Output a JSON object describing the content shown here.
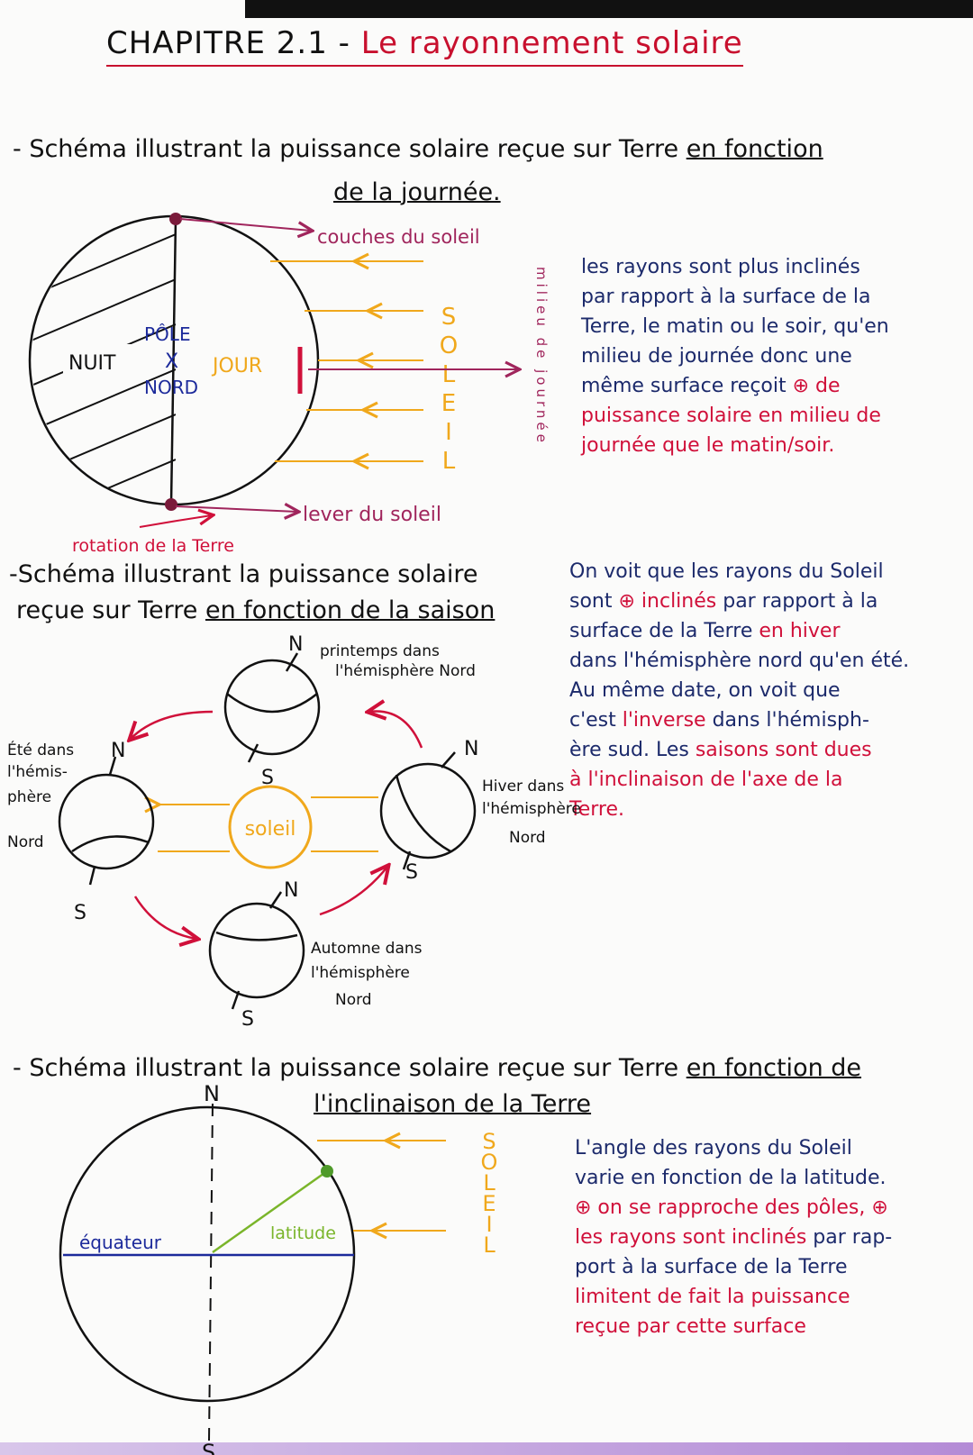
{
  "title": {
    "prefix": "CHAPITRE 2.1 - ",
    "rest": "Le rayonnement solaire"
  },
  "colors": {
    "blue_ink": "#1c2a6b",
    "red_ink": "#d0103a",
    "magenta_ink": "#a0255c",
    "orange_ink": "#f0a81c",
    "green_ink": "#7ab52a",
    "black_ink": "#111111"
  },
  "section1": {
    "heading_line1": "- Schéma illustrant la puissance solaire reçue sur Terre ",
    "heading_underlined1": "en fonction",
    "heading_underlined2": "de la journée.",
    "diagram": {
      "nuit": "NUIT",
      "pole": "PÔLE",
      "cross": "X",
      "nord": "NORD",
      "jour": "JOUR",
      "sunset": "couches du soleil",
      "sunrise": "lever du soleil",
      "sun_letters": [
        "S",
        "O",
        "L",
        "E",
        "I",
        "L"
      ],
      "midday": "milieu de journée",
      "rotation": "rotation de la Terre"
    },
    "paragraph": [
      [
        {
          "t": "les rayons sont plus inclinés",
          "c": "blue"
        }
      ],
      [
        {
          "t": "par rapport à la surface de la",
          "c": "blue"
        }
      ],
      [
        {
          "t": "Terre, le matin ou le soir, qu'en",
          "c": "blue"
        }
      ],
      [
        {
          "t": "milieu de journée donc une",
          "c": "blue"
        }
      ],
      [
        {
          "t": "même surface reçoit ",
          "c": "blue"
        },
        {
          "t": "⊕ de",
          "c": "red"
        }
      ],
      [
        {
          "t": "puissance solaire en milieu de",
          "c": "red"
        }
      ],
      [
        {
          "t": "journée que le matin/soir.",
          "c": "red"
        }
      ]
    ]
  },
  "section2": {
    "heading_line1": "-Schéma illustrant la puissance solaire",
    "heading_line2_plain": "reçue sur Terre ",
    "heading_line2_underlined": "en fonction de la saison",
    "diagram": {
      "sun": "soleil",
      "north": "N",
      "south": "S",
      "spring": [
        "printemps dans",
        "l'hémisphère Nord"
      ],
      "summer": [
        "Été dans",
        "l'hémis-",
        "phère",
        "Nord"
      ],
      "winter": [
        "Hiver dans",
        "l'hémisphère",
        "Nord"
      ],
      "autumn": [
        "Automne dans",
        "l'hémisphère",
        "Nord"
      ]
    },
    "paragraph": [
      [
        {
          "t": "On voit que les rayons du Soleil",
          "c": "blue"
        }
      ],
      [
        {
          "t": "sont ",
          "c": "blue"
        },
        {
          "t": "⊕ inclinés",
          "c": "red"
        },
        {
          "t": " par rapport à la",
          "c": "blue"
        }
      ],
      [
        {
          "t": "surface de la Terre ",
          "c": "blue"
        },
        {
          "t": "en hiver",
          "c": "red"
        }
      ],
      [
        {
          "t": "dans l'hémisphère nord qu'en été.",
          "c": "blue"
        }
      ],
      [
        {
          "t": "Au même date, on voit que",
          "c": "blue"
        }
      ],
      [
        {
          "t": "c'est ",
          "c": "blue"
        },
        {
          "t": "l'inverse",
          "c": "red"
        },
        {
          "t": " dans l'hémisph-",
          "c": "blue"
        }
      ],
      [
        {
          "t": "ère sud. Les ",
          "c": "blue"
        },
        {
          "t": "saisons sont dues",
          "c": "red"
        }
      ],
      [
        {
          "t": "à l'inclinaison de l'axe de la",
          "c": "red"
        }
      ],
      [
        {
          "t": "Terre.",
          "c": "red"
        }
      ]
    ]
  },
  "section3": {
    "heading_line1_plain": "- Schéma illustrant la puissance solaire reçue sur Terre ",
    "heading_line1_underlined": "en fonction de",
    "heading_line2_underlined": "l'inclinaison de la Terre",
    "diagram": {
      "north": "N",
      "south": "S",
      "equator": "équateur",
      "latitude": "latitude",
      "sun_letters": [
        "S",
        "O",
        "L",
        "E",
        "I",
        "L"
      ]
    },
    "paragraph": [
      [
        {
          "t": "L'angle des rayons du Soleil",
          "c": "blue"
        }
      ],
      [
        {
          "t": "varie en fonction de la latitude.",
          "c": "blue"
        }
      ],
      [
        {
          "t": "⊕ on se rapproche des pôles, ⊕",
          "c": "red"
        }
      ],
      [
        {
          "t": "les rayons sont inclinés",
          "c": "red"
        },
        {
          "t": " par rap-",
          "c": "blue"
        }
      ],
      [
        {
          "t": "port à la surface de la Terre",
          "c": "blue"
        }
      ],
      [
        {
          "t": "limitent de fait la puissance",
          "c": "red"
        }
      ],
      [
        {
          "t": "reçue par cette surface",
          "c": "red"
        }
      ]
    ]
  }
}
